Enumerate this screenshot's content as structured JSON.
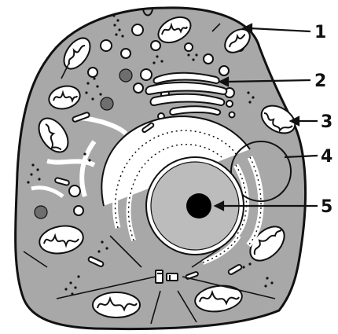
{
  "diagram": {
    "callouts": [
      {
        "id": "1",
        "label": "1"
      },
      {
        "id": "2",
        "label": "2"
      },
      {
        "id": "3",
        "label": "3"
      },
      {
        "id": "4",
        "label": "4"
      },
      {
        "id": "5",
        "label": "5"
      }
    ]
  },
  "colors": {
    "cytoplasm": "#a8a8a8",
    "outline": "#111111",
    "organelle_fill": "#ffffff",
    "vesicle_gray": "#6e6e6e"
  }
}
